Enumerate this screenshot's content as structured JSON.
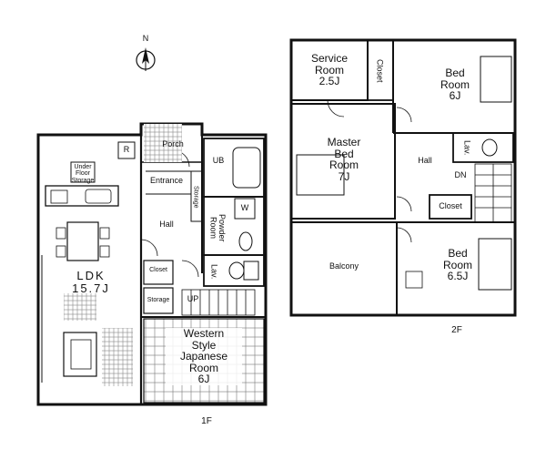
{
  "compass": {
    "north": "N"
  },
  "floor1": {
    "caption": "1F",
    "rooms": {
      "ldk": "LDK\n15.7J",
      "porch": "Porch",
      "entrance": "Entrance",
      "storage_entrance": "Storage",
      "ub": "UB",
      "hall": "Hall",
      "powder_room": "Powder\nRoom",
      "w": "W",
      "lav": "Lav.",
      "closet": "Closet",
      "storage_stairs": "Storage",
      "up": "UP",
      "western_japanese": "Western\nStyle\nJapanese\nRoom\n6J",
      "r": "R",
      "under_floor_storage": "Under\nFloor\nStorage"
    }
  },
  "floor2": {
    "caption": "2F",
    "rooms": {
      "service_room": "Service\nRoom\n2.5J",
      "closet_top": "Closet",
      "bed_6": "Bed\nRoom\n6J",
      "master_bed": "Master\nBed\nRoom\n7J",
      "lav": "Lav.",
      "hall": "Hall",
      "dn": "DN",
      "closet_mid": "Closet",
      "balcony": "Balcony",
      "bed_65": "Bed\nRoom\n6.5J"
    }
  }
}
